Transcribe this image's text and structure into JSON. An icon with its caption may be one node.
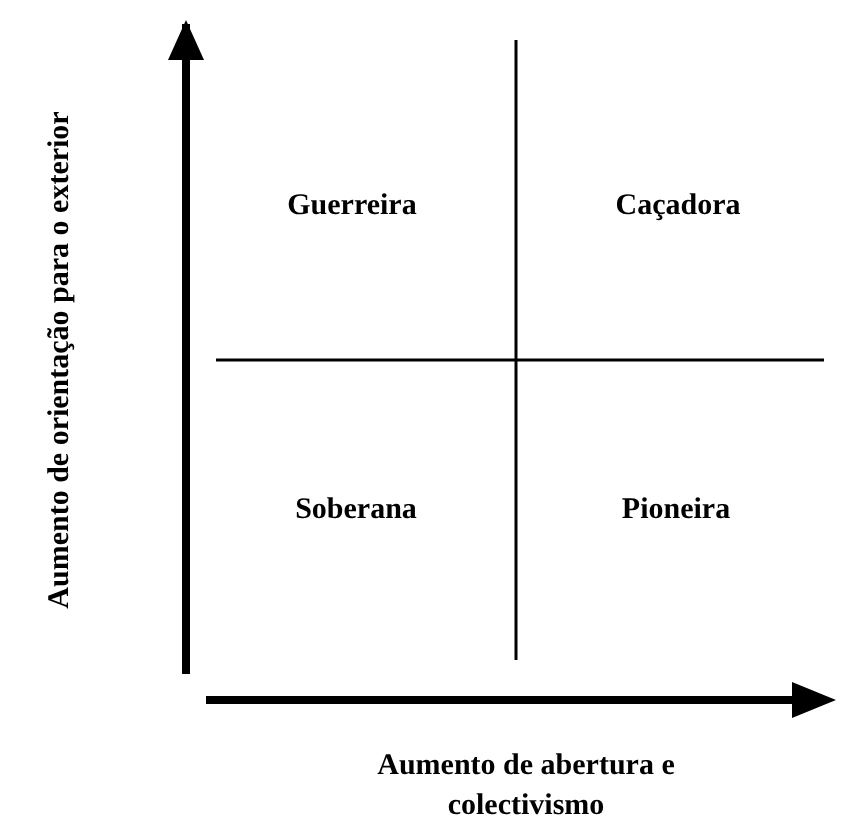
{
  "diagram": {
    "labels": [
      "Aumento de orientação para o exterior",
      "Guerreira",
      "Caçadora",
      "Soberana",
      "Pioneira",
      "Aumento de abertura e colectivismo"
    ]
  }
}
